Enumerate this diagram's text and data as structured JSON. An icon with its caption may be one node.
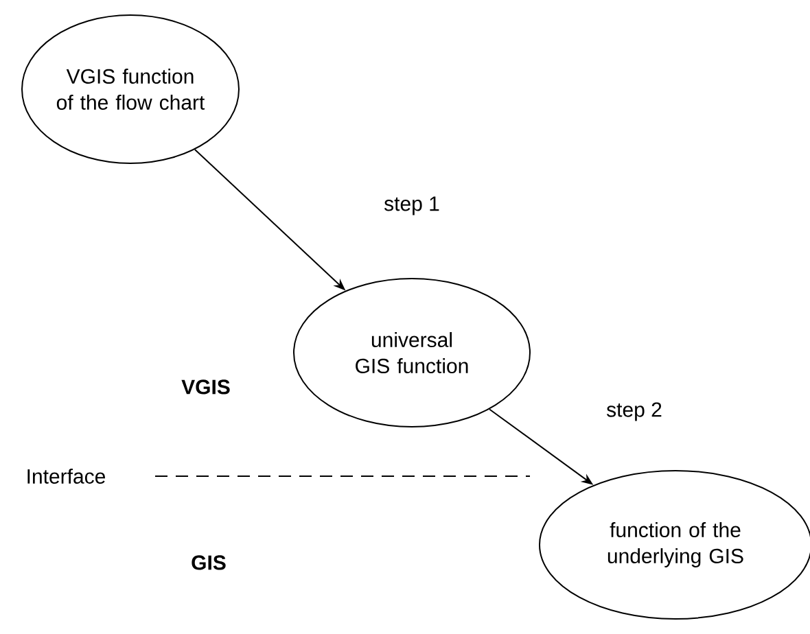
{
  "diagram": {
    "nodes": [
      {
        "text": [
          "VGIS function of the flow chart"
        ]
      },
      {
        "text": [
          "universal GIS function"
        ]
      },
      {
        "text": [
          "function of the underlying GIS"
        ]
      }
    ],
    "edges": [
      {
        "from": 0,
        "to": 1,
        "arrow": "to",
        "label": "step 1"
      },
      {
        "from": 1,
        "to": 2,
        "arrow": "to",
        "label": "step 2"
      }
    ],
    "labels": [
      "VGIS",
      "Interface",
      "GIS"
    ]
  }
}
